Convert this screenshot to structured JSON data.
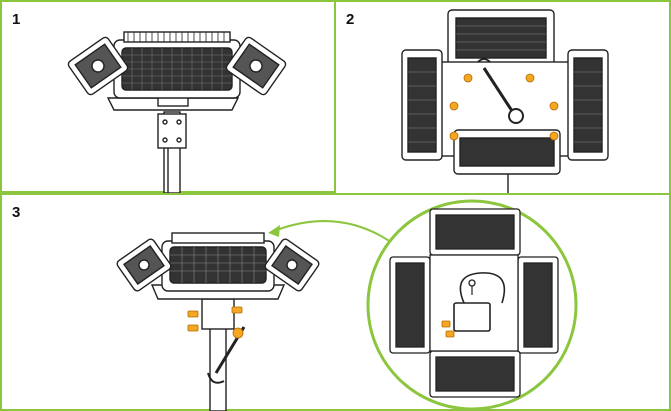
{
  "steps": [
    {
      "label": "1"
    },
    {
      "label": "2"
    },
    {
      "label": "3"
    }
  ],
  "colors": {
    "frame": "#8cc63f",
    "callout_arrow": "#8cc63f",
    "bolt_highlight": "#f5a623",
    "line_art": "#222222"
  },
  "icons": [
    "floodlight-assembly",
    "wrench-icon",
    "bolt-icon",
    "junction-box",
    "callout-arrow"
  ]
}
